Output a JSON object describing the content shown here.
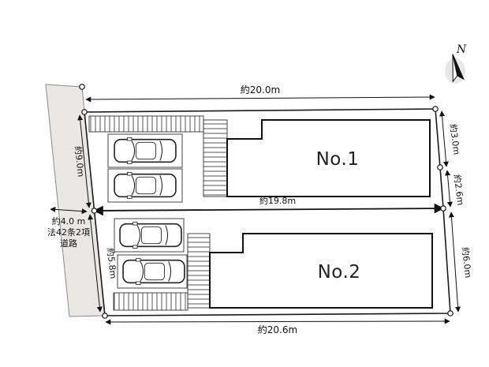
{
  "plan": {
    "plots": [
      {
        "label": "No.1"
      },
      {
        "label": "No.2"
      }
    ],
    "dimensions": {
      "top": "約20.0m",
      "right_upper": "約3.0m",
      "right_mid": "約2.6m",
      "right_lower": "約6.0m",
      "middle": "約19.8m",
      "bottom": "約20.6m",
      "left_upper": "約9.0m",
      "left_lower": "約5.8m"
    },
    "road": {
      "line1": "約4.0 m",
      "line2": "法42条2項",
      "line3": "道路"
    },
    "compass": {
      "label": "N"
    },
    "colors": {
      "road_fill": "#eae8e4",
      "line": "#1a1a1a"
    }
  }
}
